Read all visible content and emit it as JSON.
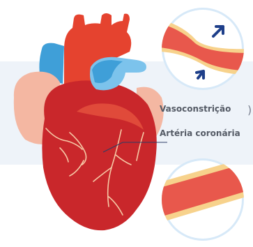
{
  "labels": {
    "vasoconstriction": "Vasoconstrição",
    "coronary_artery": "Artéria coronária"
  },
  "colors": {
    "background_band": "#eef3f9",
    "heart_body": "#c9272b",
    "heart_body_highlight": "#e04a3a",
    "aorta": "#e5432f",
    "pulmonary_blue": "#3f9fd8",
    "pulmonary_blue_light": "#7cc3ec",
    "atrium_pink": "#f4b7a2",
    "coronary_vessels": "#f6c9a6",
    "artery_wall": "#f7d28c",
    "artery_lumen": "#e8584c",
    "detail_circle_bg": "#d7e9f8",
    "arrow_blue": "#1e3f8a",
    "label_text": "#555b66",
    "pointer_line": "#2c3e66"
  },
  "icons": {
    "compression_arrows": "arrow-icon",
    "heart": "heart-illustration"
  }
}
